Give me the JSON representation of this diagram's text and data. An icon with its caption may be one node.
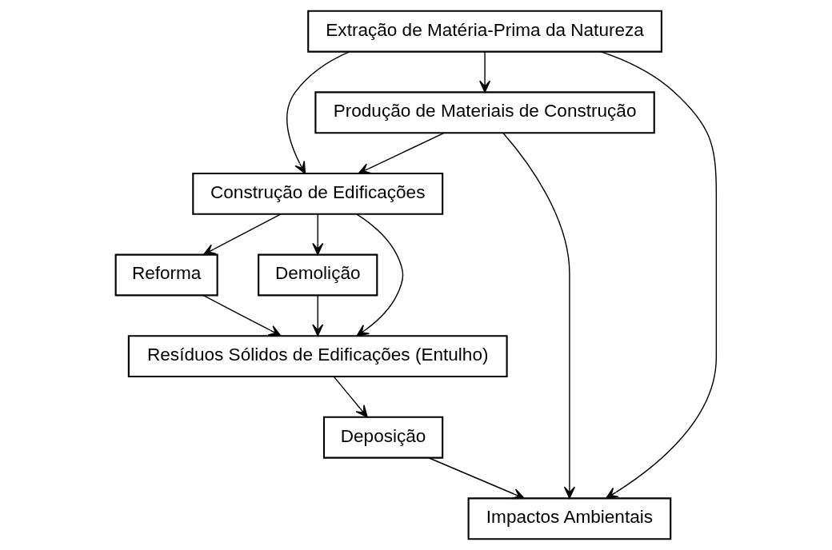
{
  "diagram": {
    "nodes": [
      {
        "text": [
          "Extração de Matéria-Prima da Natureza"
        ]
      },
      {
        "text": [
          "Produção de Materiais de Construção"
        ]
      },
      {
        "text": [
          "Construção de Edificações"
        ]
      },
      {
        "text": [
          "Reforma"
        ]
      },
      {
        "text": [
          "Demolição"
        ]
      },
      {
        "text": [
          "Resíduos Sólidos de Edificações (Entulho)"
        ]
      },
      {
        "text": [
          "Deposição"
        ]
      },
      {
        "text": [
          "Impactos Ambientais"
        ]
      }
    ],
    "edges": [
      {
        "from": 0,
        "to": 7,
        "arrow": "to"
      },
      {
        "from": 0,
        "to": 1,
        "arrow": "to"
      },
      {
        "from": 0,
        "to": 2,
        "arrow": "to"
      },
      {
        "from": 1,
        "to": 7,
        "arrow": "to"
      },
      {
        "from": 1,
        "to": 2,
        "arrow": "to"
      },
      {
        "from": 2,
        "to": 5,
        "arrow": "to"
      },
      {
        "from": 2,
        "to": 3,
        "arrow": "to"
      },
      {
        "from": 2,
        "to": 4,
        "arrow": "to"
      },
      {
        "from": 4,
        "to": 5,
        "arrow": "to"
      },
      {
        "from": 3,
        "to": 5,
        "arrow": "to"
      },
      {
        "from": 5,
        "to": 6,
        "arrow": "to"
      },
      {
        "from": 6,
        "to": 7,
        "arrow": "to"
      }
    ]
  }
}
